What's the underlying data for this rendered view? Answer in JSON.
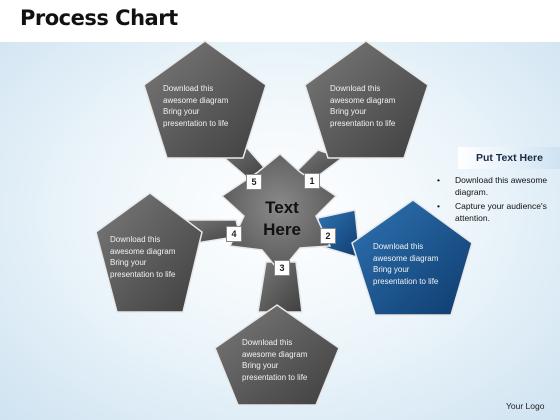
{
  "slide": {
    "title": "Process Chart",
    "logo": "Your Logo"
  },
  "center": {
    "line1": "Text",
    "line2": "Here"
  },
  "pentagons": [
    {
      "number": "1",
      "lines": [
        "Download this",
        "awesome diagram",
        "Bring your",
        "presentation to life"
      ]
    },
    {
      "number": "2",
      "lines": [
        "Download this",
        "awesome diagram",
        "Bring your",
        "presentation to life"
      ]
    },
    {
      "number": "3",
      "lines": [
        "Download this",
        "awesome diagram",
        "Bring your",
        "presentation to life"
      ]
    },
    {
      "number": "4",
      "lines": [
        "Download this",
        "awesome diagram",
        "Bring your",
        "presentation to life"
      ]
    },
    {
      "number": "5",
      "lines": [
        "Download this",
        "awesome diagram",
        "Bring your",
        "presentation to life"
      ]
    }
  ],
  "side_panel": {
    "header": "Put Text Here",
    "bullets": [
      "Download this awesome diagram.",
      "Capture your audience's attention."
    ],
    "bullet_glyph": "•"
  },
  "colors": {
    "pentagon_dark": "#4a4a4a",
    "pentagon_light": "#7a7a7a",
    "highlight_dark": "#12467e",
    "highlight_light": "#2f73b3",
    "hub": "#6b6b6b"
  }
}
